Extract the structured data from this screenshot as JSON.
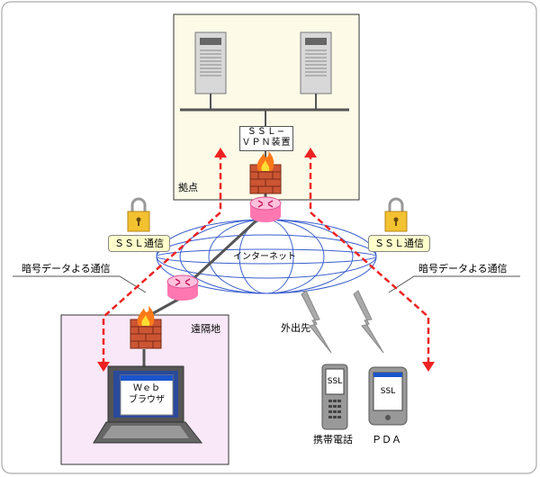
{
  "labels": {
    "base": "拠点",
    "remote": "遠隔地",
    "internet": "インターネット",
    "outside": "外出先",
    "vpn_device": "ＳＳＬ−\nＶＰＮ装置",
    "ssl_left": "ＳＳＬ通信",
    "ssl_right": "ＳＳＬ通信",
    "enc_left": "暗号データよる通信",
    "enc_right": "暗号データよる通信",
    "browser": "Ｗｅｂ\nブラウザ",
    "phone_screen": "SSL",
    "pda_screen": "SSL",
    "phone": "携帯電話",
    "pda": "ＰＤＡ"
  },
  "colors": {
    "base_bg": "#fdfbe8",
    "remote_bg": "#f8e8f8",
    "arrow": "#ee2222",
    "globe": "#3a5fcd",
    "router": "#ff99cc",
    "firewall": "#cc5533",
    "tag_bg": "#ffffcc"
  }
}
